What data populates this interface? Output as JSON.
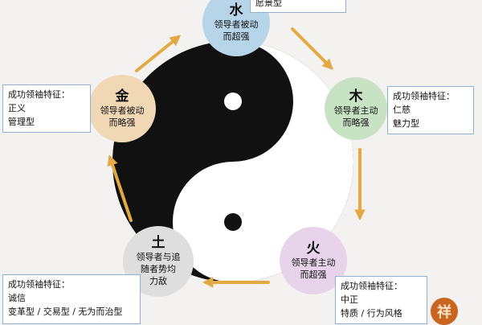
{
  "colors": {
    "background": "#f3f2f0",
    "arrow": "#e4a945",
    "yin": "#111111",
    "yang": "#ffffff",
    "water": "#b7d5e9",
    "wood": "#c8e3c4",
    "fire": "#e7d3ea",
    "earth": "#dedede",
    "metal": "#f0d8b5",
    "box_border": "#8db0d3",
    "seal": "#c9651f"
  },
  "diagram": {
    "water": {
      "glyph": "水",
      "lines": [
        "领导者被动",
        "而超强"
      ],
      "traits": [
        "愿景型"
      ]
    },
    "wood": {
      "glyph": "木",
      "lines": [
        "领导者主动",
        "而略强"
      ],
      "trait_heading": "成功领袖特征：",
      "traits": [
        "仁慈",
        "魅力型"
      ]
    },
    "fire": {
      "glyph": "火",
      "lines": [
        "领导者主动",
        "而超强"
      ],
      "trait_heading": "成功领袖特征：",
      "traits": [
        "中正",
        "特质 / 行为风格"
      ]
    },
    "earth": {
      "glyph": "土",
      "lines": [
        "领导者与追",
        "随者势均",
        "力敌"
      ],
      "trait_heading": "成功领袖特征：",
      "traits": [
        "诚信",
        "变革型 / 交易型 / 无为而治型"
      ]
    },
    "metal": {
      "glyph": "金",
      "lines": [
        "领导者被动",
        "而略强"
      ],
      "trait_heading": "成功领袖特征：",
      "traits": [
        "正义",
        "管理型"
      ]
    },
    "seal_char": "祥"
  }
}
